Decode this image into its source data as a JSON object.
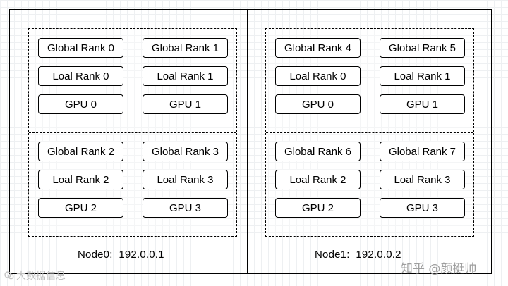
{
  "nodes": [
    {
      "label": "Node0:",
      "ip": "192.0.0.1",
      "gpus": [
        {
          "global_rank": "Global Rank 0",
          "local_rank": "Loal Rank 0",
          "gpu": "GPU 0"
        },
        {
          "global_rank": "Global Rank 1",
          "local_rank": "Loal Rank 1",
          "gpu": "GPU 1"
        },
        {
          "global_rank": "Global Rank 2",
          "local_rank": "Loal Rank 2",
          "gpu": "GPU 2"
        },
        {
          "global_rank": "Global Rank 3",
          "local_rank": "Loal Rank 3",
          "gpu": "GPU 3"
        }
      ]
    },
    {
      "label": "Node1:",
      "ip": "192.0.0.2",
      "gpus": [
        {
          "global_rank": "Global Rank 4",
          "local_rank": "Loal Rank 0",
          "gpu": "GPU 0"
        },
        {
          "global_rank": "Global Rank 5",
          "local_rank": "Loal Rank 1",
          "gpu": "GPU 1"
        },
        {
          "global_rank": "Global Rank 6",
          "local_rank": "Loal Rank 2",
          "gpu": "GPU 2"
        },
        {
          "global_rank": "Global Rank 7",
          "local_rank": "Loal Rank 3",
          "gpu": "GPU 3"
        }
      ]
    }
  ],
  "watermarks": {
    "left": "大数据信息",
    "right": "知乎 @颜挺帅"
  }
}
